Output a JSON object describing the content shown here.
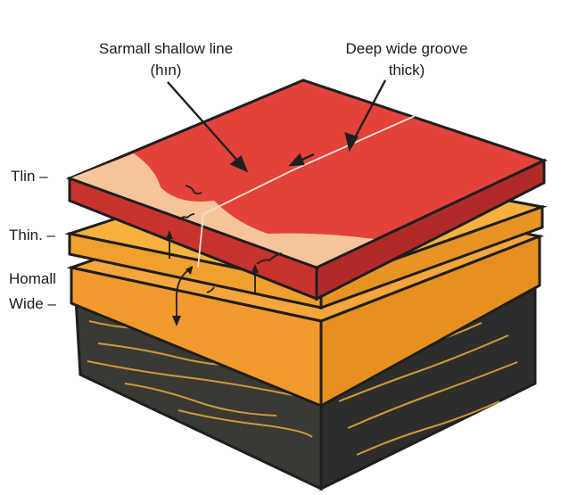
{
  "colors": {
    "surface_red": "#e0403a",
    "surface_red_side": "#c1312d",
    "exposed_beige": "#f4c29a",
    "layer_orange": "#f4a13a",
    "layer_orange_side": "#e08a23",
    "layer_yellow": "#f7b83d",
    "base_dark": "#3e3d3a",
    "base_side": "#2c2b29",
    "grain": "#c99a3b",
    "outline": "#1e1e1e"
  },
  "labels": {
    "top_left_line1": "Sarmall shallow line",
    "top_left_line2": "(hın)",
    "top_right_line1": "Deep wide groove",
    "top_right_line2": "thick)",
    "side_1": "Tlin –",
    "side_2": "Thin. –",
    "side_3": "Homall",
    "side_4": "Wide –"
  },
  "icons": {
    "pointer_left": "arrow-icon",
    "pointer_right": "arrow-icon",
    "crack_arrows": "small-arrow-icon"
  }
}
